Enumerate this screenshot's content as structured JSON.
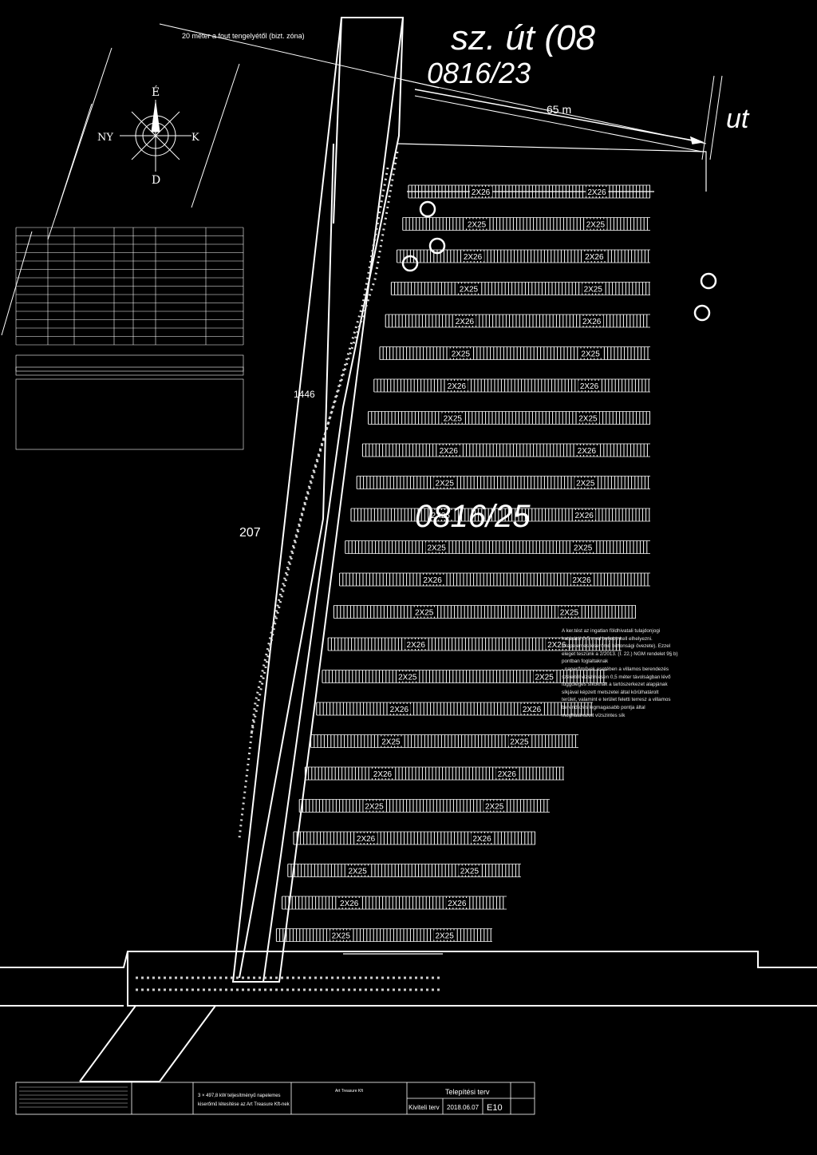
{
  "zone_label": "20 méter a fout tengelyétől (bizt. zóna)",
  "road_label": "sz. út (08",
  "road_parcel": "0816/23",
  "road_suffix": "(08",
  "road_suffix2": "ut",
  "distance_label": "65 m",
  "parcel_label": "0816/25",
  "parcel_number_207": "207",
  "parcel_number_1446": "1446",
  "compass": {
    "north": "É",
    "south": "D",
    "west": "NY",
    "east": "K"
  },
  "row_label": "2X26",
  "row_label_alt": "2X25",
  "note_lines": [
    "A ker.tést az ingatlan földhivatali tulajdonjogi",
    "határától 0,5 m-el beljebb kell elhelyezni.",
    "(Napelemes kiserőmű biztonsági övezete). Ezzel",
    "eleget teszünk a 2/2013. (I. 22.) NGM rendelet 9§ b)",
    "pontban foglaltaknak",
    "- naperőművek esetében a villamos berendezés",
    "széleitől vízszintesen 0,5 méter távolságban lévő",
    "függőleges síkoknak a tartószerkezet alapjának",
    "síkjával képzett metszetei által körülhatárolt",
    "terület, valamint e terület feletti terresz a villamos",
    "berendezés legmagasabb pontja által",
    "meghatározott vízszintes sík"
  ],
  "title_block": {
    "project_line1": "3 × 497,8 kW teljesítményű napelemes",
    "project_line2": "kiserőmű létesítése az Art Treasure Kft-nek",
    "client": "Art Treasure Kft",
    "sheet_title": "Telepítési terv",
    "phase": "Kiviteli terv",
    "date": "2018.06.07",
    "sheet_no": "E10"
  },
  "colors": {
    "background": "#000000",
    "lines": "#ffffff",
    "hatch": "#cfcfcf"
  }
}
